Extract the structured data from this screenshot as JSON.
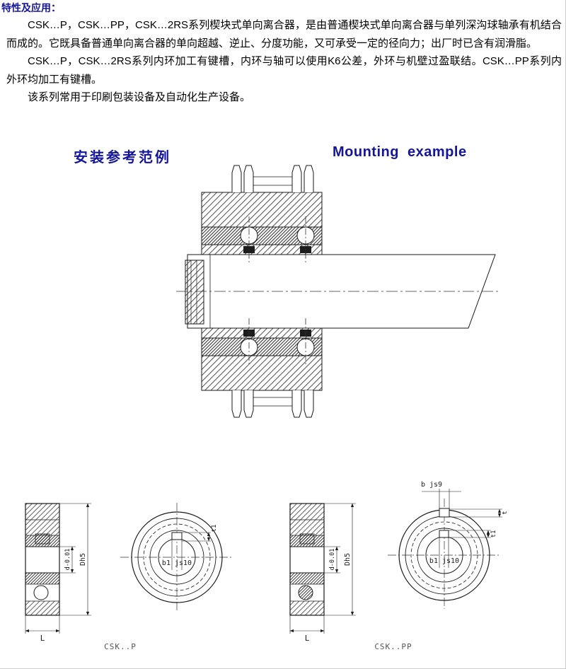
{
  "colors": {
    "heading": "#15159b",
    "body_text": "#000000",
    "drawing_line": "#1a1a1a",
    "figure_label": "#555555"
  },
  "intro": {
    "title": "特性及应用：",
    "para1": "CSK…P，CSK…PP，CSK…2RS系列楔块式单向离合器，是由普通楔块式单向离合器与单列深沟球轴承有机结合而成的。它既具备普通单向离合器的单向超越、逆止、分度功能，又可承受一定的径向力；出厂时已含有润滑脂。",
    "para2": "CSK…P，CSK…2RS系列内环加工有键槽，内环与轴可以使用K6公差，外环与机壁过盈联结。CSK…PP系列内外环均加工有键槽。",
    "para3": "该系列常用于印刷包装设备及自动化生产设备。"
  },
  "headings": {
    "zh": "安装参考范例",
    "en": "Mounting example"
  },
  "figure_csk_p": {
    "label": "CSK..P",
    "dim_d": "d-0.01",
    "dim_D": "Dh5",
    "dim_L": "L",
    "dim_b1": "b1 js10",
    "dim_t1": "t1"
  },
  "figure_csk_pp": {
    "label": "CSK..PP",
    "dim_d": "d-0.01",
    "dim_D": "Dh5",
    "dim_L": "L",
    "dim_b1": "b1 js10",
    "dim_t1": "t1",
    "dim_b": "b js9",
    "dim_t": "t"
  }
}
